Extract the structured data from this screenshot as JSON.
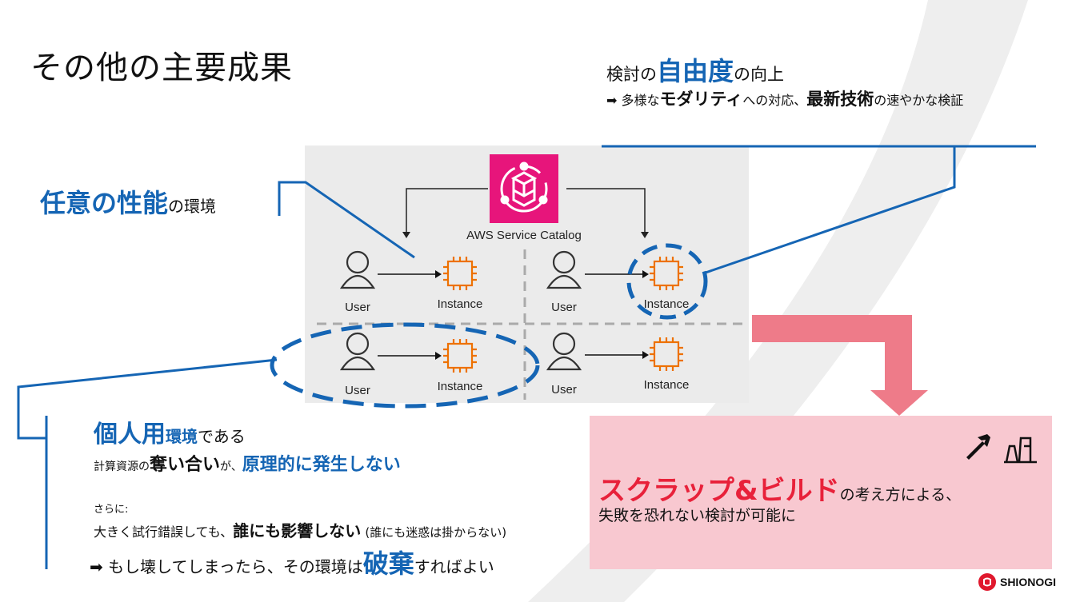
{
  "title": "その他の主要成果",
  "freedom": {
    "pre": "検討の",
    "strong": "自由度",
    "post": "の向上",
    "arrow": "➡",
    "l2_a": "多様な",
    "l2_b": "モダリティ",
    "l2_c": "への対応、",
    "l2_d": "最新技術",
    "l2_e": "の速やかな検証"
  },
  "performance": {
    "strong": "任意の性能",
    "post": "の環境"
  },
  "diagram": {
    "service_label": "AWS Service Catalog",
    "quadrants": [
      {
        "user": "User",
        "instance": "Instance"
      },
      {
        "user": "User",
        "instance": "Instance"
      },
      {
        "user": "User",
        "instance": "Instance"
      },
      {
        "user": "User",
        "instance": "Instance"
      }
    ]
  },
  "personal": {
    "h_strong": "個人用",
    "h_mid": "環境",
    "h_post": "である",
    "l2_pre": "計算資源の",
    "l2_strong1": "奪い合い",
    "l2_mid": "が、",
    "l2_strong2": "原理的に発生しない",
    "sarani": "さらに:",
    "l3_pre": "大きく試行錯誤しても、",
    "l3_strong": "誰にも影響しない",
    "l3_post": "(誰にも迷惑は掛からない)",
    "arrow": "➡",
    "l4_pre": "もし壊してしまったら、その環境は",
    "l4_strong": "破棄",
    "l4_post": "すればよい"
  },
  "scrap": {
    "strong": "スクラップ&ビルド",
    "post": "の考え方による、",
    "line2": "失敗を恐れない検討が可能に"
  },
  "logo_text": "SHIONOGI",
  "colors": {
    "blue": "#1565b4",
    "red": "#e8213a",
    "pink_box": "#f8c8d0",
    "pink_arrow": "#ee7b89",
    "aws_pink": "#e7157b",
    "ec2_orange": "#ed7100"
  }
}
